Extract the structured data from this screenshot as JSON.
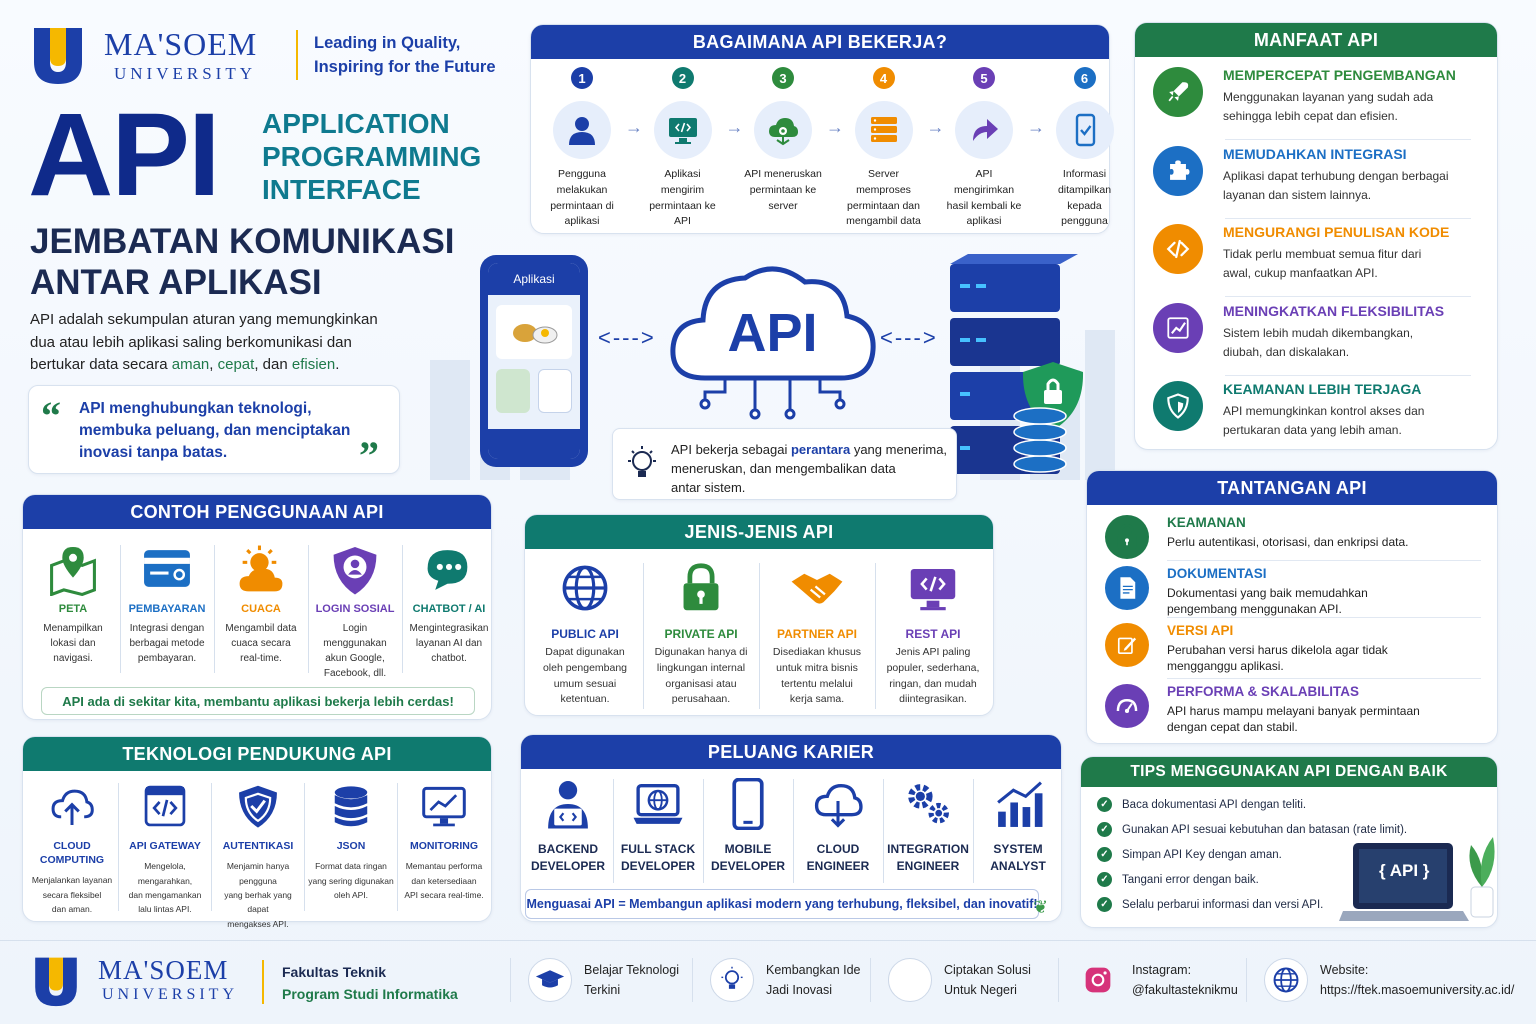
{
  "brand": {
    "name": "MA'SOEM",
    "sub": "UNIVERSITY",
    "tagline1": "Leading in Quality,",
    "tagline2": "Inspiring for the Future"
  },
  "hero": {
    "big": "API",
    "expand": [
      "APPLICATION",
      "PROGRAMMING",
      "INTERFACE"
    ],
    "subtitle1": "JEMBATAN KOMUNIKASI",
    "subtitle2": "ANTAR APLIKASI",
    "intro1": "API adalah sekumpulan aturan yang memungkinkan",
    "intro2": "dua atau lebih aplikasi saling berkomunikasi dan",
    "intro3a": "bertukar data secara ",
    "w1": "aman",
    "c1": ", ",
    "w2": "cepat",
    "c2": ", dan ",
    "w3": "efisien",
    "c3": ".",
    "quote": [
      "API menghubungkan teknologi,",
      "membuka peluang, dan menciptakan",
      "inovasi tanpa batas."
    ]
  },
  "how": {
    "title": "BAGAIMANA API BEKERJA?",
    "steps": [
      {
        "n": "1",
        "text": "Pengguna melakukan permintaan di aplikasi",
        "icon": "user-icon"
      },
      {
        "n": "2",
        "text": "Aplikasi mengirim permintaan ke API",
        "icon": "code-monitor-icon"
      },
      {
        "n": "3",
        "text": "API meneruskan permintaan ke server",
        "icon": "cloud-gear-icon"
      },
      {
        "n": "4",
        "text": "Server memproses permintaan dan mengambil data",
        "icon": "server-icon"
      },
      {
        "n": "5",
        "text": "API mengirimkan hasil kembali ke aplikasi",
        "icon": "return-arrow-icon"
      },
      {
        "n": "6",
        "text": "Informasi ditampilkan kepada pengguna",
        "icon": "phone-check-icon"
      }
    ],
    "colors": [
      "#1c3fa8",
      "#0f7a6f",
      "#2e8b3d",
      "#f08c00",
      "#6a3fb5",
      "#1c6fc4"
    ]
  },
  "illus": {
    "app_label": "Aplikasi",
    "cloud_label": "API",
    "note1a": "API bekerja sebagai ",
    "note1b": "perantara",
    "note1c": " yang menerima,",
    "note2": "meneruskan, dan mengembalikan data",
    "note3": "antar sistem."
  },
  "manfaat": {
    "title": "MANFAAT API",
    "items": [
      {
        "t": "MEMPERCEPAT PENGEMBANGAN",
        "d1": "Menggunakan layanan yang sudah ada",
        "d2": "sehingga lebih cepat dan efisien.",
        "color": "#2e8b3d",
        "icon": "rocket-icon"
      },
      {
        "t": "MEMUDAHKAN INTEGRASI",
        "d1": "Aplikasi dapat terhubung dengan berbagai",
        "d2": "layanan dan sistem lainnya.",
        "color": "#1c6fc4",
        "icon": "puzzle-icon"
      },
      {
        "t": "MENGURANGI PENULISAN KODE",
        "d1": "Tidak perlu membuat semua fitur dari",
        "d2": "awal, cukup manfaatkan API.",
        "color": "#f08c00",
        "icon": "code-icon"
      },
      {
        "t": "MENINGKATKAN FLEKSIBILITAS",
        "d1": "Sistem lebih mudah dikembangkan,",
        "d2": "diubah, dan diskalakan.",
        "color": "#6a3fb5",
        "icon": "growth-chart-icon"
      },
      {
        "t": "KEAMANAN LEBIH TERJAGA",
        "d1": "API memungkinkan kontrol akses dan",
        "d2": "pertukaran data yang lebih aman.",
        "color": "#0f7a6f",
        "icon": "shield-icon"
      }
    ]
  },
  "contoh": {
    "title": "CONTOH PENGGUNAAN API",
    "items": [
      {
        "t": "PETA",
        "d": [
          "Menampilkan",
          "lokasi dan",
          "navigasi."
        ],
        "color": "#2e8b3d",
        "icon": "map-icon"
      },
      {
        "t": "PEMBAYARAN",
        "d": [
          "Integrasi dengan",
          "berbagai metode",
          "pembayaran."
        ],
        "color": "#1c6fc4",
        "icon": "payment-card-icon"
      },
      {
        "t": "CUACA",
        "d": [
          "Mengambil data",
          "cuaca secara",
          "real-time."
        ],
        "color": "#f08c00",
        "icon": "weather-icon"
      },
      {
        "t": "LOGIN SOSIAL",
        "d": [
          "Login menggunakan",
          "akun Google,",
          "Facebook, dll."
        ],
        "color": "#6a3fb5",
        "icon": "login-shield-icon"
      },
      {
        "t": "CHATBOT / AI",
        "d": [
          "Mengintegrasikan",
          "layanan AI dan",
          "chatbot."
        ],
        "color": "#0f7a6f",
        "icon": "chat-icon"
      }
    ],
    "footer": "API ada di sekitar kita, membantu aplikasi bekerja lebih cerdas!"
  },
  "jenis": {
    "title": "JENIS-JENIS API",
    "items": [
      {
        "t": "PUBLIC API",
        "d": [
          "Dapat digunakan",
          "oleh pengembang",
          "umum sesuai",
          "ketentuan."
        ],
        "color": "#1c3fa8",
        "icon": "globe-icon"
      },
      {
        "t": "PRIVATE API",
        "d": [
          "Digunakan hanya di",
          "lingkungan internal",
          "organisasi atau",
          "perusahaan."
        ],
        "color": "#2e8b3d",
        "icon": "lock-icon"
      },
      {
        "t": "PARTNER API",
        "d": [
          "Disediakan khusus",
          "untuk mitra bisnis",
          "tertentu melalui",
          "kerja sama."
        ],
        "color": "#f08c00",
        "icon": "handshake-icon"
      },
      {
        "t": "REST API",
        "d": [
          "Jenis API paling",
          "populer, sederhana,",
          "ringan, dan mudah",
          "diintegrasikan."
        ],
        "color": "#6a3fb5",
        "icon": "code-monitor-icon"
      }
    ]
  },
  "tantangan": {
    "title": "TANTANGAN API",
    "items": [
      {
        "t": "KEAMANAN",
        "d": [
          "Perlu autentikasi, otorisasi, dan enkripsi data."
        ],
        "color": "#1f7a4a",
        "icon": "lock-icon"
      },
      {
        "t": "DOKUMENTASI",
        "d": [
          "Dokumentasi yang baik memudahkan",
          "pengembang menggunakan API."
        ],
        "color": "#1c6fc4",
        "icon": "document-icon"
      },
      {
        "t": "VERSI API",
        "d": [
          "Perubahan versi harus dikelola agar tidak",
          "mengganggu aplikasi."
        ],
        "color": "#f08c00",
        "icon": "edit-icon"
      },
      {
        "t": "PERFORMA & SKALABILITAS",
        "d": [
          "API harus mampu melayani banyak permintaan",
          "dengan cepat dan stabil."
        ],
        "color": "#6a3fb5",
        "icon": "gauge-icon"
      }
    ]
  },
  "teknologi": {
    "title": "TEKNOLOGI PENDUKUNG API",
    "items": [
      {
        "t": [
          "CLOUD",
          "COMPUTING"
        ],
        "d": [
          "Menjalankan layanan",
          "secara fleksibel",
          "dan aman."
        ],
        "icon": "cloud-upload-icon"
      },
      {
        "t": [
          "API GATEWAY"
        ],
        "d": [
          "Mengelola, mengarahkan,",
          "dan mengamankan",
          "lalu lintas API."
        ],
        "icon": "gateway-icon"
      },
      {
        "t": [
          "AUTENTIKASI"
        ],
        "d": [
          "Menjamin hanya pengguna",
          "yang berhak yang dapat",
          "mengakses API."
        ],
        "icon": "auth-shield-icon"
      },
      {
        "t": [
          "JSON"
        ],
        "d": [
          "Format data ringan",
          "yang sering digunakan",
          "oleh API."
        ],
        "icon": "database-icon"
      },
      {
        "t": [
          "MONITORING"
        ],
        "d": [
          "Memantau performa",
          "dan ketersediaan",
          "API secara real-time."
        ],
        "icon": "monitor-chart-icon"
      }
    ]
  },
  "karier": {
    "title": "PELUANG KARIER",
    "items": [
      {
        "t": [
          "BACKEND",
          "DEVELOPER"
        ],
        "icon": "backend-dev-icon"
      },
      {
        "t": [
          "FULL STACK",
          "DEVELOPER"
        ],
        "icon": "laptop-globe-icon"
      },
      {
        "t": [
          "MOBILE",
          "DEVELOPER"
        ],
        "icon": "mobile-icon"
      },
      {
        "t": [
          "CLOUD",
          "ENGINEER"
        ],
        "icon": "cloud-icon"
      },
      {
        "t": [
          "INTEGRATION",
          "ENGINEER"
        ],
        "icon": "gears-icon"
      },
      {
        "t": [
          "SYSTEM",
          "ANALYST"
        ],
        "icon": "bar-chart-icon"
      }
    ],
    "footer": "Menguasai API = Membangun aplikasi modern yang terhubung, fleksibel, dan inovatif!"
  },
  "tips": {
    "title": "TIPS MENGGUNAKAN API DENGAN BAIK",
    "items": [
      "Baca dokumentasi API dengan teliti.",
      "Gunakan API sesuai kebutuhan dan batasan (rate limit).",
      "Simpan API Key dengan aman.",
      "Tangani error dengan baik.",
      "Selalu perbarui informasi dan versi API."
    ],
    "laptop_label": "{ API }"
  },
  "footer": {
    "faculty": "Fakultas Teknik",
    "program": "Program Studi Informatika",
    "items": [
      {
        "l1": "Belajar Teknologi",
        "l2": "Terkini",
        "icon": "graduation-cap-icon"
      },
      {
        "l1": "Kembangkan Ide",
        "l2": "Jadi Inovasi",
        "icon": "lightbulb-icon"
      },
      {
        "l1": "Ciptakan Solusi",
        "l2": "Untuk Negeri",
        "icon": "code-icon"
      },
      {
        "l1": "Instagram:",
        "l2": "@fakultasteknikmu",
        "icon": "instagram-icon"
      },
      {
        "l1": "Website:",
        "l2": "https://ftek.masoemuniversity.ac.id/",
        "icon": "globe-icon"
      }
    ]
  }
}
